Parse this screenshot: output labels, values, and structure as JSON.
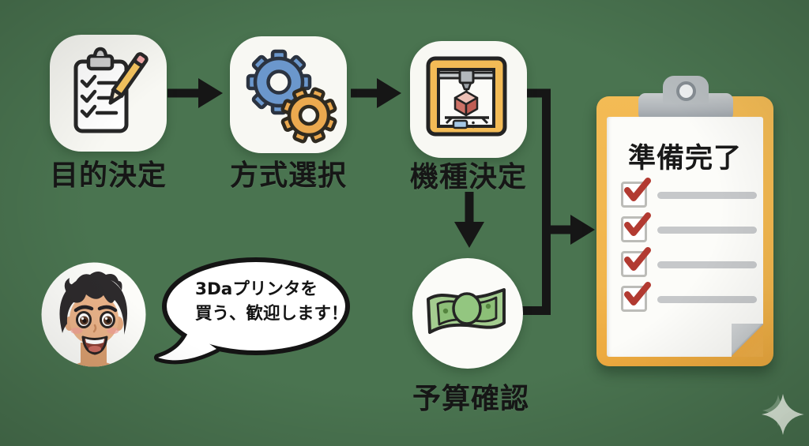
{
  "scene": {
    "description": "3D printer purchase preparation flow infographic",
    "background_color": "#4a7450"
  },
  "steps": [
    {
      "label": "目的決定",
      "icon": "clipboard-checklist-pencil-icon"
    },
    {
      "label": "方式選択",
      "icon": "two-gears-icon"
    },
    {
      "label": "機種決定",
      "icon": "3d-printer-icon"
    },
    {
      "label": "予算確認",
      "icon": "banknote-icon"
    }
  ],
  "connections": [
    {
      "from": "目的決定",
      "to": "方式選択"
    },
    {
      "from": "方式選択",
      "to": "機種決定"
    },
    {
      "from": "機種決定",
      "to": "予算確認"
    },
    {
      "from": "機種決定",
      "to": "準備完了"
    },
    {
      "from": "予算確認",
      "to": "準備完了"
    }
  ],
  "checklist_board": {
    "title": "準備完了",
    "items": [
      {
        "checked": true,
        "label": ""
      },
      {
        "checked": true,
        "label": ""
      },
      {
        "checked": true,
        "label": ""
      },
      {
        "checked": true,
        "label": ""
      }
    ]
  },
  "speech_bubble": {
    "line1": "3Daプリンタを",
    "line2": "買う、歓迎します！"
  },
  "decoration": {
    "bottom_right": "four-point-sparkle"
  },
  "colors": {
    "background": "#4a7450",
    "arrow_black": "#161616",
    "icon_card": "#f8f8f3",
    "board_yellow": "#f1b54c",
    "paper_white": "#fcfcf9",
    "clip_gray": "#b0b5b9",
    "check_red": "#b23a31",
    "placeholder_gray": "#c6c8ca",
    "gear_blue": "#6b97cc",
    "gear_orange": "#eba94f",
    "money_green": "#a4cd90",
    "text_black": "#161616"
  }
}
